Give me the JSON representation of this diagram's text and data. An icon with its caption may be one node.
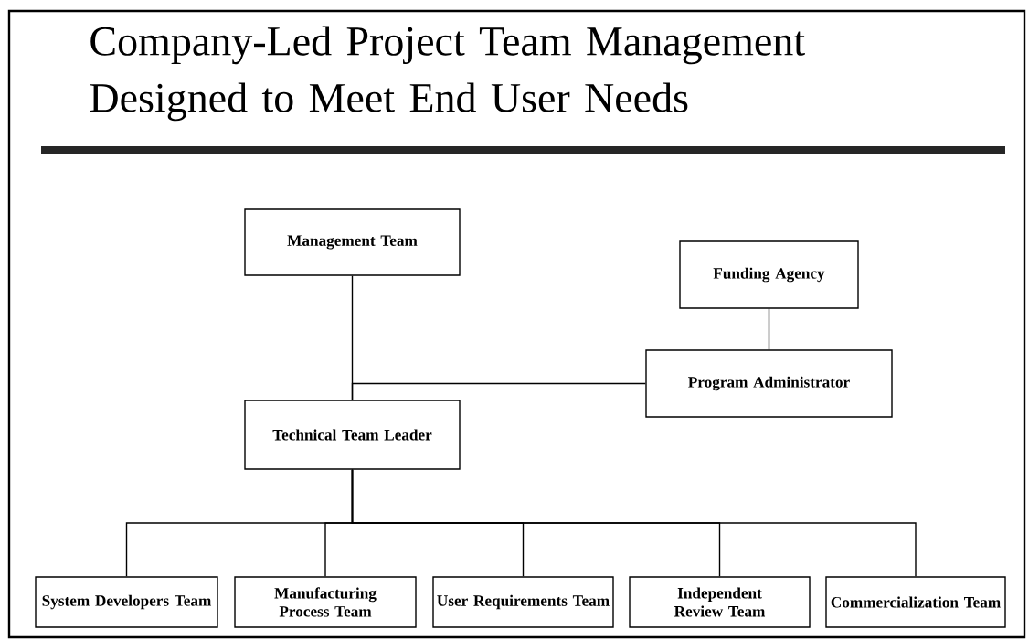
{
  "diagram": {
    "title": "Company-Led Project Team Management Designed to Meet End User Needs",
    "nodes": [
      {
        "text": [
          "Management Team"
        ]
      },
      {
        "text": [
          "Funding Agency"
        ]
      },
      {
        "text": [
          "Program Administrator"
        ]
      },
      {
        "text": [
          "Technical Team Leader"
        ]
      },
      {
        "text": [
          "System Developers Team"
        ]
      },
      {
        "text": [
          "Manufacturing Process Team"
        ]
      },
      {
        "text": [
          "User Requirements Team"
        ]
      },
      {
        "text": [
          "Independent Review Team"
        ]
      },
      {
        "text": [
          "Commercialization Team"
        ]
      }
    ],
    "edges": [
      {
        "from": 0,
        "to": 3,
        "arrow": "none"
      },
      {
        "from": 1,
        "to": 2,
        "arrow": "none"
      },
      {
        "from": 2,
        "to": 3,
        "arrow": "none"
      },
      {
        "from": 3,
        "to": 4,
        "arrow": "none"
      },
      {
        "from": 3,
        "to": 5,
        "arrow": "none"
      },
      {
        "from": 3,
        "to": 6,
        "arrow": "none"
      },
      {
        "from": 3,
        "to": 7,
        "arrow": "none"
      },
      {
        "from": 3,
        "to": 8,
        "arrow": "none"
      }
    ]
  }
}
